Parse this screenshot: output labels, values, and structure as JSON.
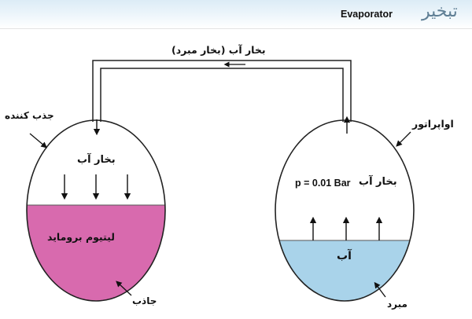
{
  "header": {
    "title_en": "Evaporator",
    "title_fa": "تبخیر"
  },
  "diagram": {
    "pipe_label": "بخار آب (بخار مبرد)",
    "absorber": {
      "vessel_label": "جذب کننده",
      "vapor_label": "بخار آب",
      "liquid_label": "لیتیوم بروماید",
      "liquid_pointer_label": "جاذب",
      "liquid_color": "#d86aae"
    },
    "evaporator": {
      "vessel_label": "اواپراتور",
      "vapor_label": "بخار آب",
      "pressure_label": "p = 0.01 Bar",
      "liquid_label": "آب",
      "liquid_pointer_label": "مبرد",
      "liquid_color": "#a9d3ea"
    }
  }
}
